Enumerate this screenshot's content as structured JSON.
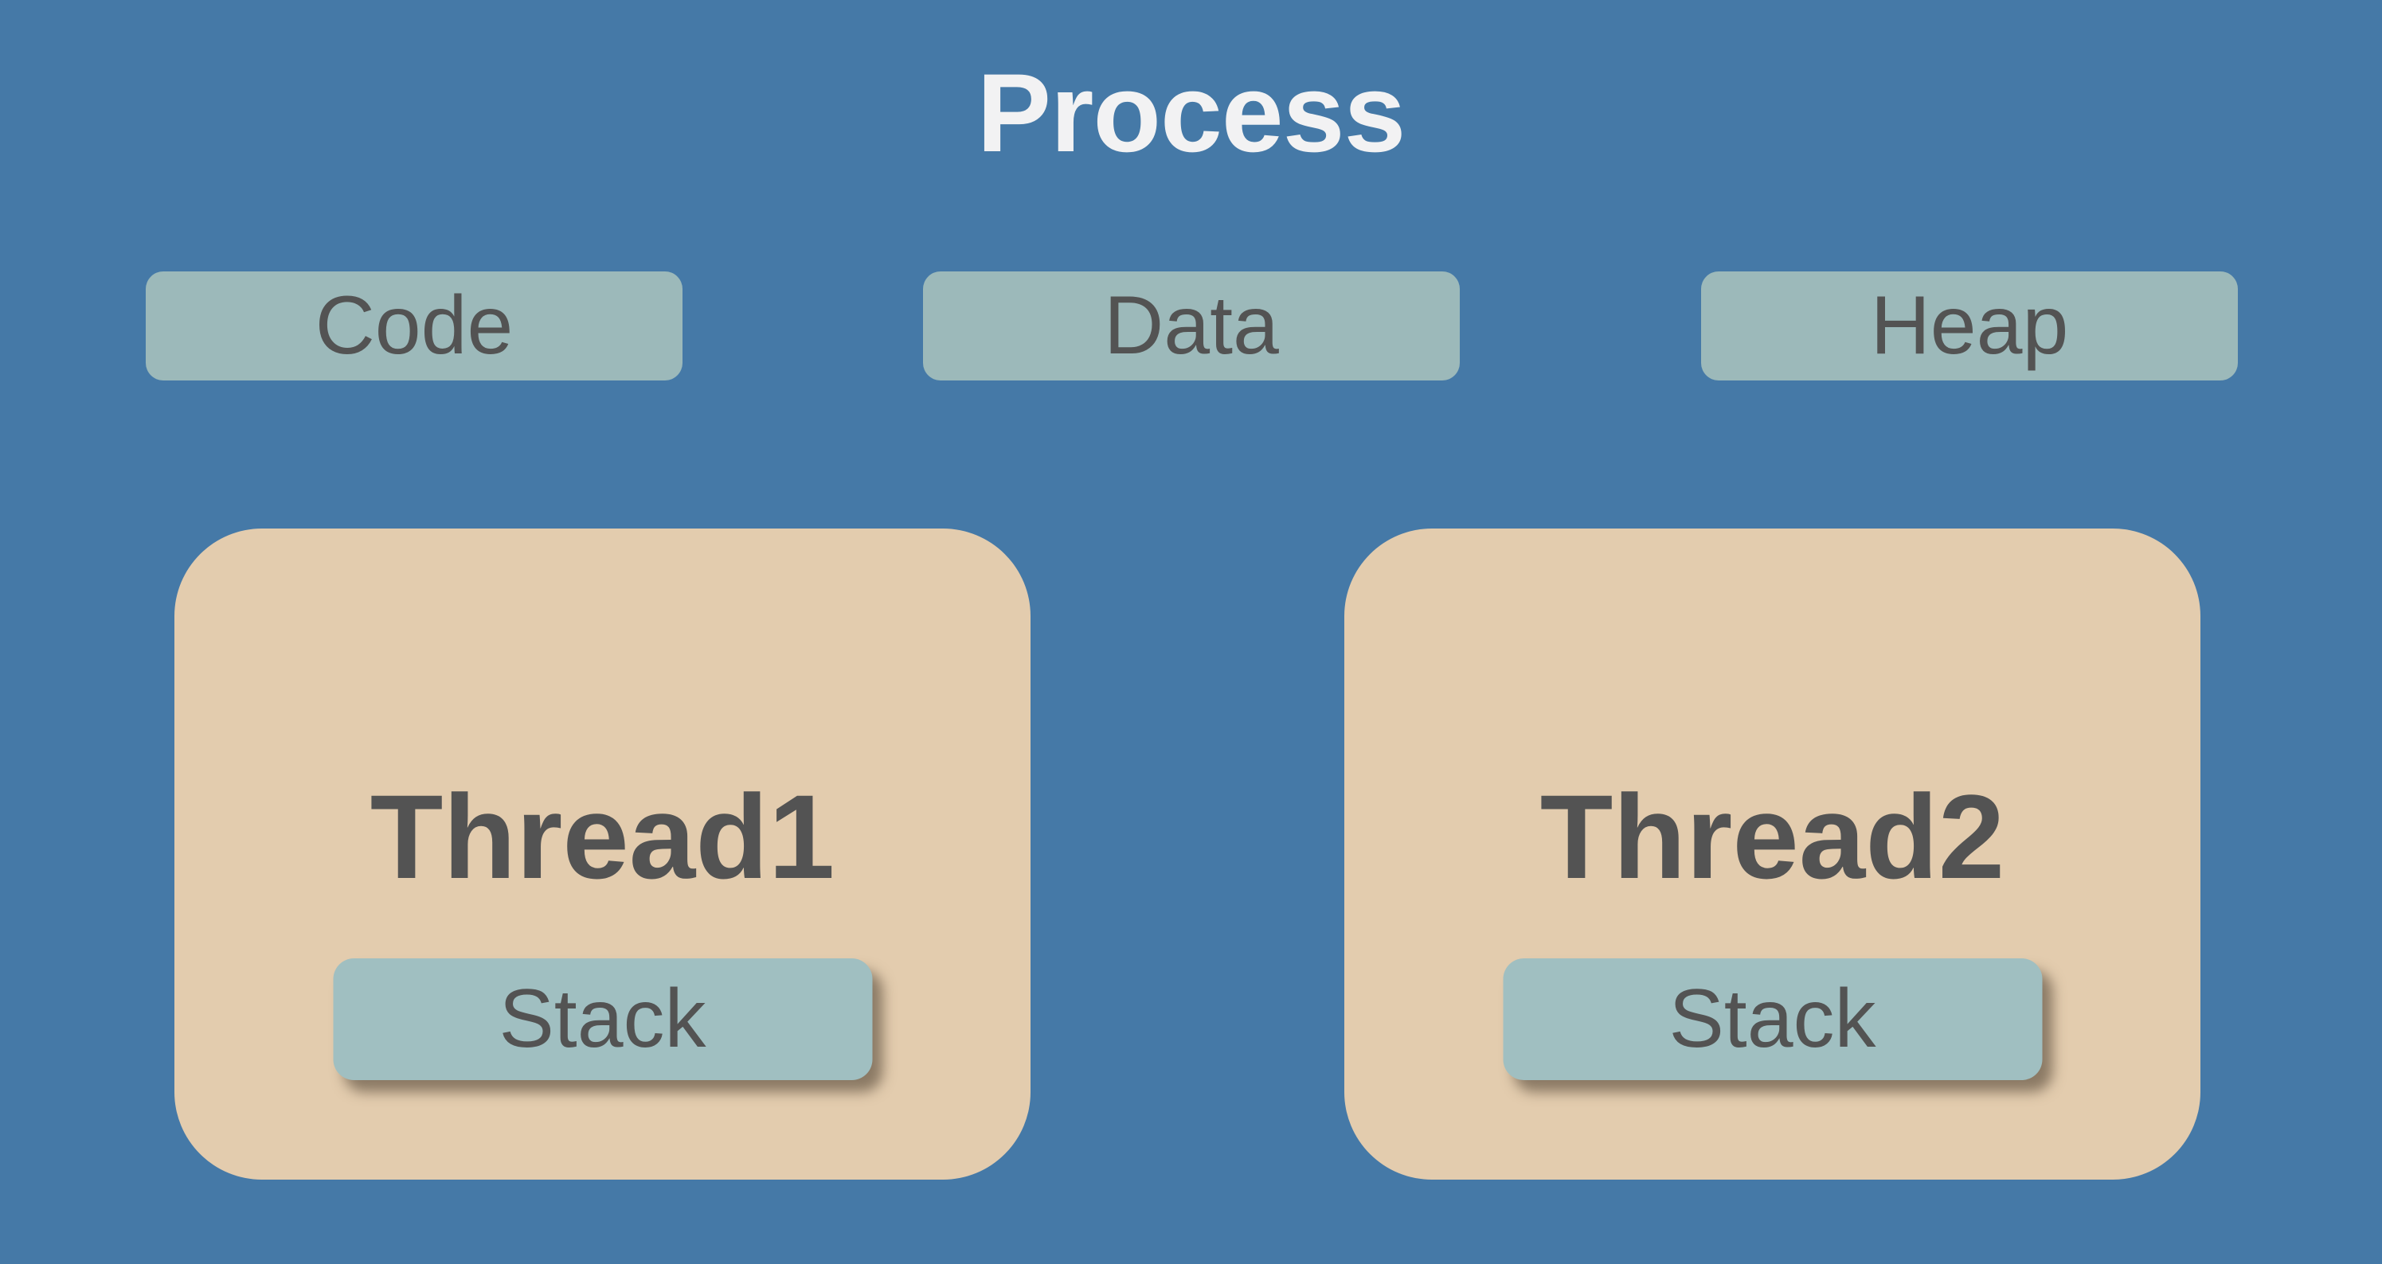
{
  "diagram": {
    "title": "Process",
    "memory_segments": [
      {
        "label": "Code"
      },
      {
        "label": "Data"
      },
      {
        "label": "Heap"
      }
    ],
    "threads": [
      {
        "label": "Thread1",
        "stack_label": "Stack"
      },
      {
        "label": "Thread2",
        "stack_label": "Stack"
      }
    ]
  },
  "colors": {
    "background": "#4579a7",
    "segment-fill": "#9cb9ba",
    "stack-fill": "#a0bfc1",
    "thread-fill": "#e3ccae",
    "label-text": "#535353",
    "title-text": "#f2f2f3",
    "stack-shadow": "rgba(80,66,52,0.6)"
  }
}
